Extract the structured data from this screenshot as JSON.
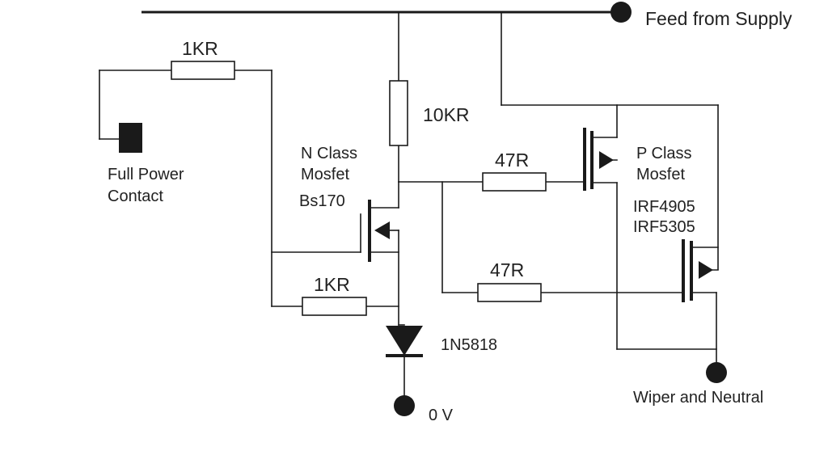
{
  "terminals": {
    "supply": "Feed from Supply",
    "ground": "0 V",
    "output": "Wiper and Neutral"
  },
  "contact": {
    "line1": "Full Power",
    "line2": "Contact"
  },
  "resistors": {
    "r_top_left": "1KR",
    "r_bias": "10KR",
    "r_gate_upper": "47R",
    "r_gate_lower": "47R",
    "r_bottom": "1KR"
  },
  "nmos": {
    "line1": "N Class",
    "line2": "Mosfet",
    "part": "Bs170"
  },
  "pmos": {
    "line1": "P Class",
    "line2": "Mosfet",
    "part1": "IRF4905",
    "part2": "IRF5305"
  },
  "diode": {
    "part": "1N5818"
  },
  "colors": {
    "ink": "#1a1a1a",
    "background": "#ffffff"
  }
}
